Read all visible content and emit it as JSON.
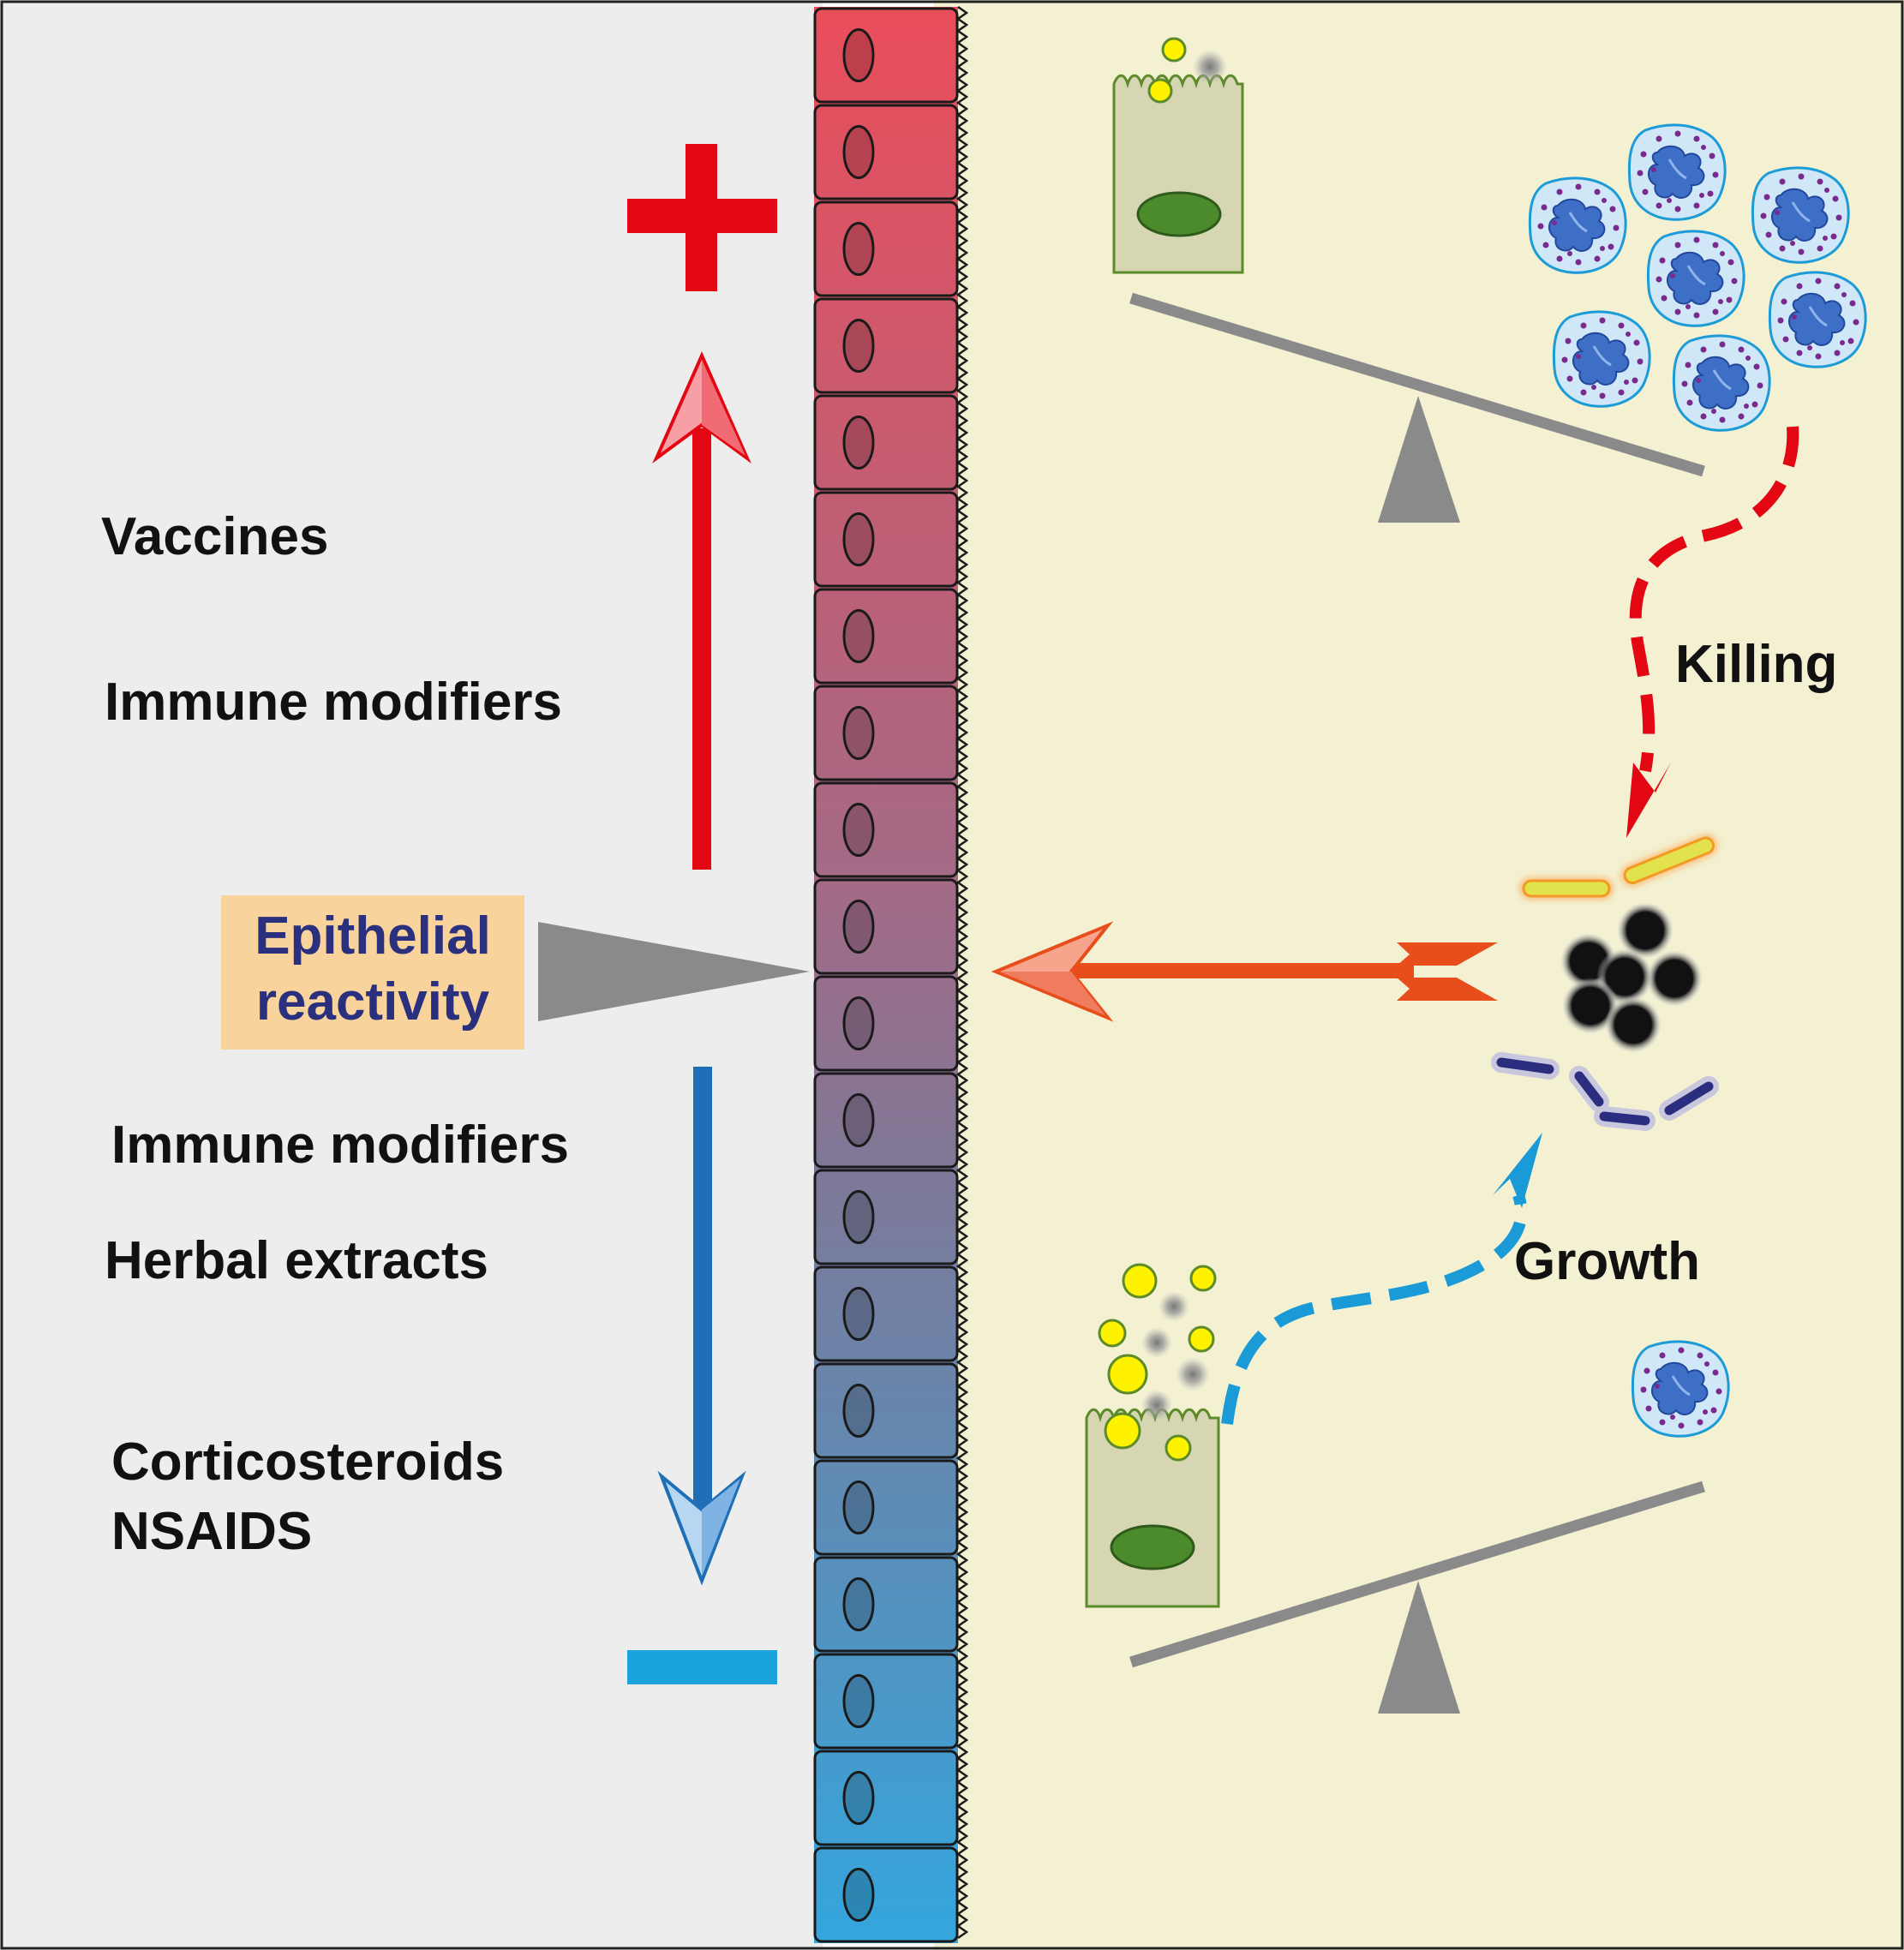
{
  "left_panel": {
    "plus_sign": "+",
    "minus_sign": "−",
    "increase_items": [
      "Vaccines",
      "Immune modifiers"
    ],
    "decrease_items": [
      "Immune modifiers",
      "Herbal extracts",
      "Corticosteroids",
      "NSAIDS"
    ],
    "center_box": {
      "line1": "Epithelial",
      "line2": "reactivity"
    }
  },
  "right_panel": {
    "killing_label": "Killing",
    "growth_label": "Growth"
  },
  "colors": {
    "left_bg": "#ededed",
    "right_bg": "#f3f1d2",
    "increase_red": "#e30613",
    "decrease_blue": "#1e6fb5",
    "minus_cyan": "#1aa3dd",
    "epithelium_top": "#e94b58",
    "epithelium_bottom": "#3aa7dd",
    "center_box_fill": "#f8d49c",
    "center_box_text": "#2a2f7e",
    "killing_arrow": "#e30613",
    "growth_arrow": "#1a9ad6",
    "main_arrow": "#e84e1b",
    "balance_gray": "#8a8a8a",
    "goblet_nucleus": "#4c8b2b",
    "mucus_yellow": "#fff200"
  },
  "icons": [
    "plus-icon",
    "minus-icon",
    "epithelium-icon",
    "goblet-cell-icon",
    "neutrophil-icon",
    "bacteria-icon",
    "balance-scale-icon"
  ]
}
